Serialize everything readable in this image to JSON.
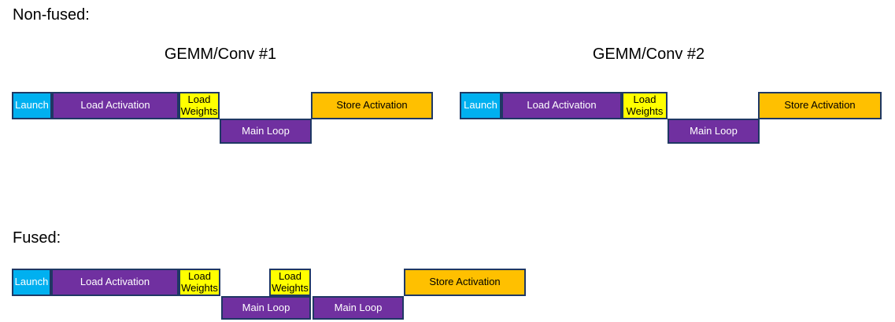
{
  "colors": {
    "launch_fill": "#00B0F0",
    "load_activation_fill": "#7030A0",
    "load_weights_fill": "#FFFF00",
    "main_loop_fill": "#7030A0",
    "store_activation_fill": "#FFC000",
    "block_border": "#1F3864",
    "light_text": "#FFFFFF",
    "dark_text": "#000000",
    "background": "#FFFFFF"
  },
  "non_fused": {
    "section_label": "Non-fused:",
    "groups": [
      {
        "title": "GEMM/Conv #1",
        "launch": "Launch",
        "load_activation": "Load Activation",
        "load_weights": "Load Weights",
        "main_loop": "Main Loop",
        "store_activation": "Store Activation"
      },
      {
        "title": "GEMM/Conv #2",
        "launch": "Launch",
        "load_activation": "Load Activation",
        "load_weights": "Load Weights",
        "main_loop": "Main Loop",
        "store_activation": "Store Activation"
      }
    ]
  },
  "fused": {
    "section_label": "Fused:",
    "launch": "Launch",
    "load_activation": "Load Activation",
    "load_weights_1": "Load Weights",
    "main_loop_1": "Main Loop",
    "load_weights_2": "Load Weights",
    "main_loop_2": "Main Loop",
    "store_activation": "Store Activation"
  }
}
